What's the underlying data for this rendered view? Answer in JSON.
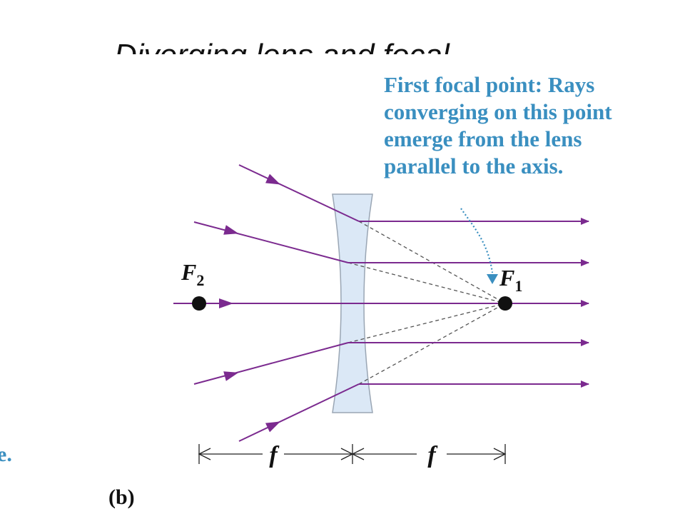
{
  "slide": {
    "title_fragment": "Diverging lens and focal",
    "clipped_caption": "e.",
    "figure_label": "(b)"
  },
  "callout": {
    "lines": [
      "First focal point: Rays",
      "converging on this point",
      "emerge from the lens",
      "parallel to the axis."
    ]
  },
  "labels": {
    "f2_letter": "F",
    "f2_sub": "2",
    "f1_letter": "F",
    "f1_sub": "1",
    "f_left": "f",
    "f_right": "f"
  },
  "colors": {
    "ray": "#7b2a8f",
    "callout": "#3a8fc0",
    "lens_fill": "#dbe8f6",
    "lens_stroke": "#9aa6b4",
    "dashed": "#555555",
    "point": "#111111"
  }
}
